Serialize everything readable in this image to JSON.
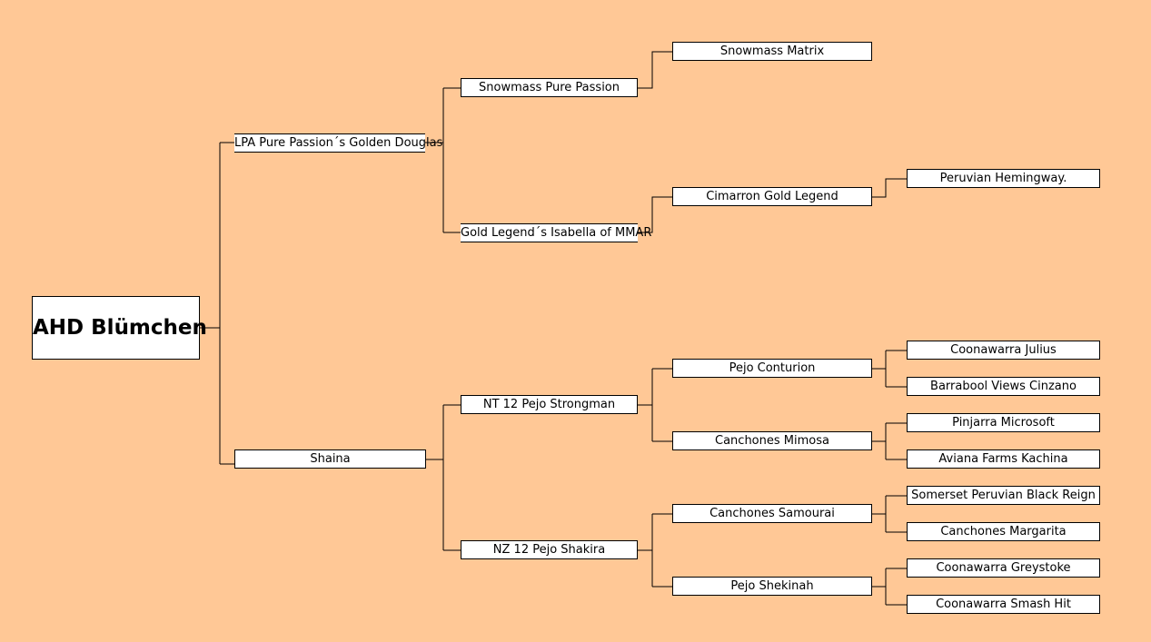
{
  "root": {
    "name": "AHD Blümchen"
  },
  "sire": {
    "name": "LPA Pure Passion´s Golden Douglas"
  },
  "dam": {
    "name": "Shaina"
  },
  "sire_sire": {
    "name": "Snowmass Pure Passion"
  },
  "sire_dam": {
    "name": "Gold Legend´s Isabella of MMAR"
  },
  "dam_sire": {
    "name": "NT 12 Pejo Strongman"
  },
  "dam_dam": {
    "name": "NZ 12 Pejo Shakira"
  },
  "gen3": {
    "snowmass_matrix": "Snowmass Matrix",
    "cimarron_gold_legend": "Cimarron Gold Legend",
    "pejo_conturion": "Pejo Conturion",
    "canchones_mimosa": "Canchones Mimosa",
    "canchones_samourai": "Canchones Samourai",
    "pejo_shekinah": "Pejo Shekinah"
  },
  "gen4": {
    "peruvian_hemingway": "Peruvian Hemingway.",
    "coonawarra_julius": "Coonawarra Julius",
    "barrabool_views_cinzano": "Barrabool Views Cinzano",
    "pinjarra_microsoft": "Pinjarra Microsoft",
    "aviana_farms_kachina": "Aviana Farms Kachina",
    "somerset_peruvian_black_reign": "Somerset Peruvian Black Reign",
    "canchones_margarita": "Canchones Margarita",
    "coonawarra_greystoke": "Coonawarra Greystoke",
    "coonawarra_smash_hit": "Coonawarra Smash Hit"
  }
}
